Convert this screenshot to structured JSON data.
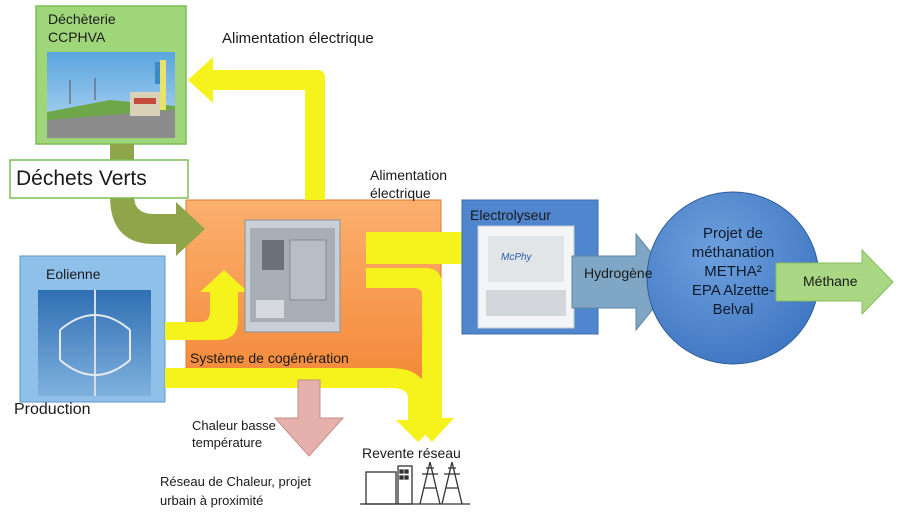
{
  "nodes": {
    "dechetterie": {
      "label": "Déchèterie\nCCPHVA"
    },
    "dechets_verts": {
      "label": "Déchets Verts"
    },
    "eolienne": {
      "label": "Eolienne"
    },
    "production": {
      "label": "Production"
    },
    "cogeneration": {
      "label": "Système de cogénération"
    },
    "electrolyseur": {
      "label": "Electrolyseur",
      "machine_brand": "McPhy"
    },
    "projet": {
      "label": "Projet de\nméthanation\nMETHA²\nEPA Alzette-\nBelval"
    }
  },
  "arrows": {
    "alim_top": "Alimentation électrique",
    "alim_mid": "Alimentation\nélectrique",
    "hydrogene": "Hydrogène",
    "methane": "Méthane",
    "chaleur": "Chaleur basse\ntempérature",
    "revente": "Revente réseau"
  },
  "notes": {
    "reseau_chaleur": "Réseau de Chaleur, projet\nurbain à proximité"
  },
  "colors": {
    "green_box": "#9fd67a",
    "green_border": "#7cbf52",
    "orange_box": "#f9a25a",
    "blue_box": "#4f86cd",
    "yellow_arrow": "#f5f21c",
    "olive_arrow": "#8fa54a",
    "steel_arrow": "#7fa6c4",
    "pink_arrow": "#e6b0ad",
    "green_arrow": "#a9d783"
  }
}
